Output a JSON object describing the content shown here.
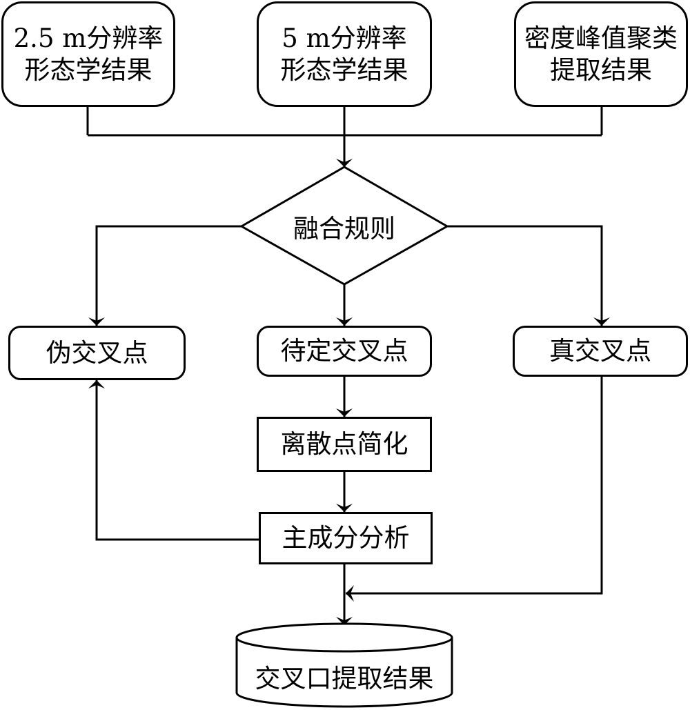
{
  "inputs": [
    {
      "line1": "2.5 m分辨率",
      "line2": "形态学结果"
    },
    {
      "line1": "5 m分辨率",
      "line2": "形态学结果"
    },
    {
      "line1": "密度峰值聚类",
      "line2": "提取结果"
    }
  ],
  "decision": "融合规则",
  "outcomes": {
    "false": "伪交叉点",
    "pending": "待定交叉点",
    "true": "真交叉点"
  },
  "steps": {
    "simplify": "离散点简化",
    "pca": "主成分分析"
  },
  "output": "交叉口提取结果"
}
